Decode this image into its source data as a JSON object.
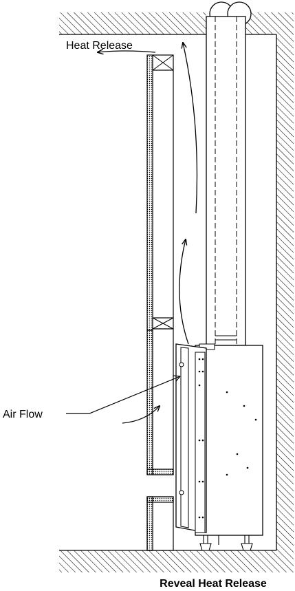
{
  "labels": {
    "heat_release": "Heat Release",
    "air_flow": "Air Flow",
    "caption": "Reveal Heat Release"
  },
  "colors": {
    "line": "#000000",
    "background": "#ffffff"
  }
}
